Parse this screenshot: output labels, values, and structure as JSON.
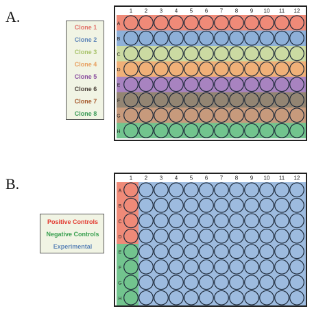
{
  "panels": [
    {
      "label": "A.",
      "legend": [
        {
          "label": "Clone 1",
          "color": "#e2726a"
        },
        {
          "label": "Clone 2",
          "color": "#5f86b8"
        },
        {
          "label": "Clone 3",
          "color": "#a8c26a"
        },
        {
          "label": "Clone 4",
          "color": "#e8a060"
        },
        {
          "label": "Clone 5",
          "color": "#8a4e9e"
        },
        {
          "label": "Clone 6",
          "color": "#4a4038"
        },
        {
          "label": "Clone 7",
          "color": "#a65a2e"
        },
        {
          "label": "Clone 8",
          "color": "#3a9a56"
        }
      ],
      "plate": {
        "columns": [
          "1",
          "2",
          "3",
          "4",
          "5",
          "6",
          "7",
          "8",
          "9",
          "10",
          "11",
          "12"
        ],
        "rows": [
          "A",
          "B",
          "C",
          "D",
          "E",
          "F",
          "G",
          "H"
        ],
        "row_fills": [
          "#ef8a78",
          "#8eb0d8",
          "#cbdaa2",
          "#f0b078",
          "#a883c0",
          "#938573",
          "#c79a7c",
          "#72c48e"
        ]
      }
    },
    {
      "label": "B.",
      "legend": [
        {
          "label": "Positive Controls",
          "color": "#e23a30"
        },
        {
          "label": "Negative Controls",
          "color": "#3aa050"
        },
        {
          "label": "Experimental",
          "color": "#5f86b8"
        }
      ],
      "plate": {
        "columns": [
          "1",
          "2",
          "3",
          "4",
          "5",
          "6",
          "7",
          "8",
          "9",
          "10",
          "11",
          "12"
        ],
        "rows": [
          "A",
          "B",
          "C",
          "D",
          "E",
          "F",
          "G",
          "H"
        ],
        "positive_fill": "#ef8a78",
        "negative_fill": "#72c48e",
        "experimental_fill": "#9dbbdf"
      }
    }
  ]
}
